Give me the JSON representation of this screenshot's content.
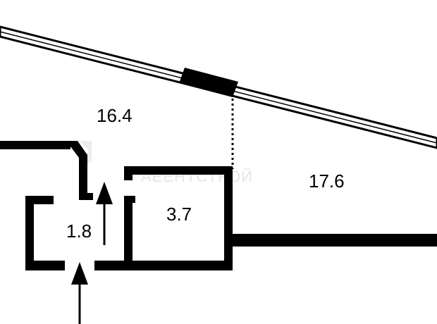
{
  "rooms": [
    {
      "id": "main",
      "area": "16.4"
    },
    {
      "id": "large",
      "area": "17.6"
    },
    {
      "id": "small",
      "area": "3.7"
    },
    {
      "id": "hall",
      "area": "1.8"
    }
  ],
  "watermark": "АЕЕНТСТРОЙ",
  "colors": {
    "wall": "#000000",
    "background": "#ffffff",
    "watermark": "#e6e6e6"
  }
}
